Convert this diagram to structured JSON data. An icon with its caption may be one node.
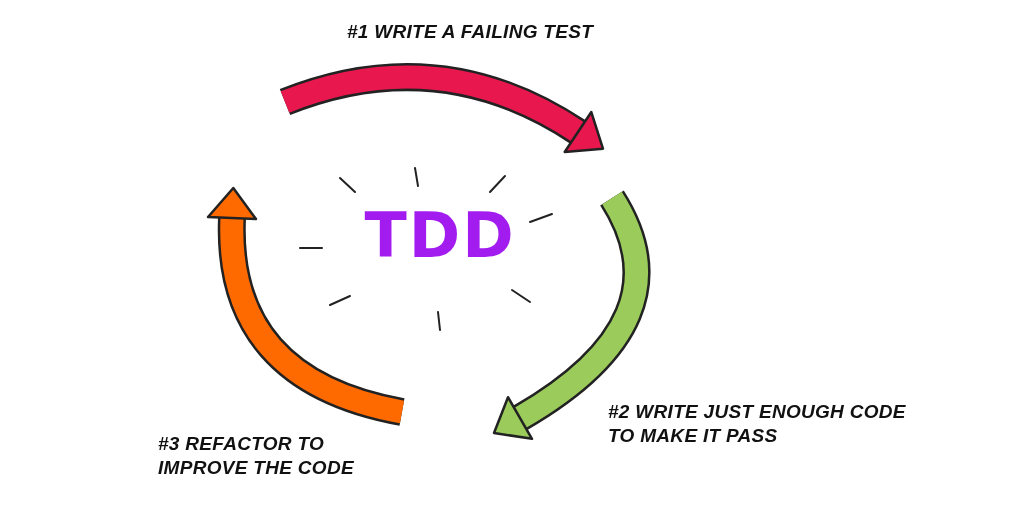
{
  "diagram": {
    "title": "TDD",
    "labels": [
      "#1 WRITE A FAILING TEST",
      "#2 WRITE JUST ENOUGH CODE TO MAKE IT PASS",
      "#3 REFACTOR TO IMPROVE THE CODE"
    ]
  }
}
